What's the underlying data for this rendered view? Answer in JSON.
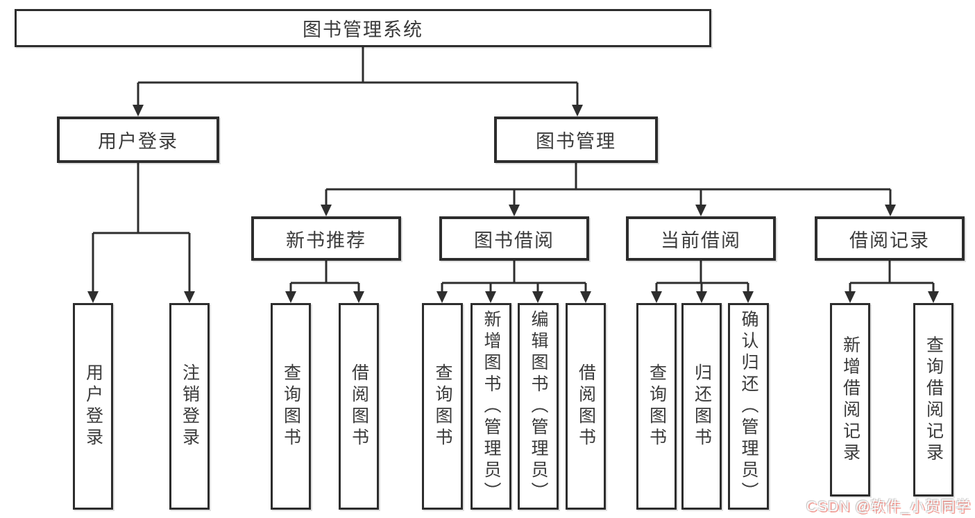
{
  "diagram": {
    "root": {
      "label": "图书管理系统"
    },
    "level2": [
      {
        "label": "用户登录"
      },
      {
        "label": "图书管理"
      }
    ],
    "level3": [
      {
        "label": "新书推荐"
      },
      {
        "label": "图书借阅"
      },
      {
        "label": "当前借阅"
      },
      {
        "label": "借阅记录"
      }
    ],
    "level4": {
      "user_login": [
        {
          "label": "用户登录"
        },
        {
          "label": "注销登录"
        }
      ],
      "new_book_recommend": [
        {
          "label": "查询图书"
        },
        {
          "label": "借阅图书"
        }
      ],
      "book_borrow": [
        {
          "label": "查询图书"
        },
        {
          "label": "新增图书（管理员）"
        },
        {
          "label": "编辑图书（管理员）"
        },
        {
          "label": "借阅图书"
        }
      ],
      "current_borrow": [
        {
          "label": "查询图书"
        },
        {
          "label": "归还图书"
        },
        {
          "label": "确认归还（管理员）"
        }
      ],
      "borrow_records": [
        {
          "label": "新增借阅记录"
        },
        {
          "label": "查询借阅记录"
        }
      ]
    }
  },
  "watermark": {
    "text": "CSDN @软件_小贺同学"
  },
  "colors": {
    "line": "#2e2e2e",
    "box_border": "#2d2d2d",
    "text": "#3a3a3a",
    "watermark_shadow": "#f0827a"
  }
}
